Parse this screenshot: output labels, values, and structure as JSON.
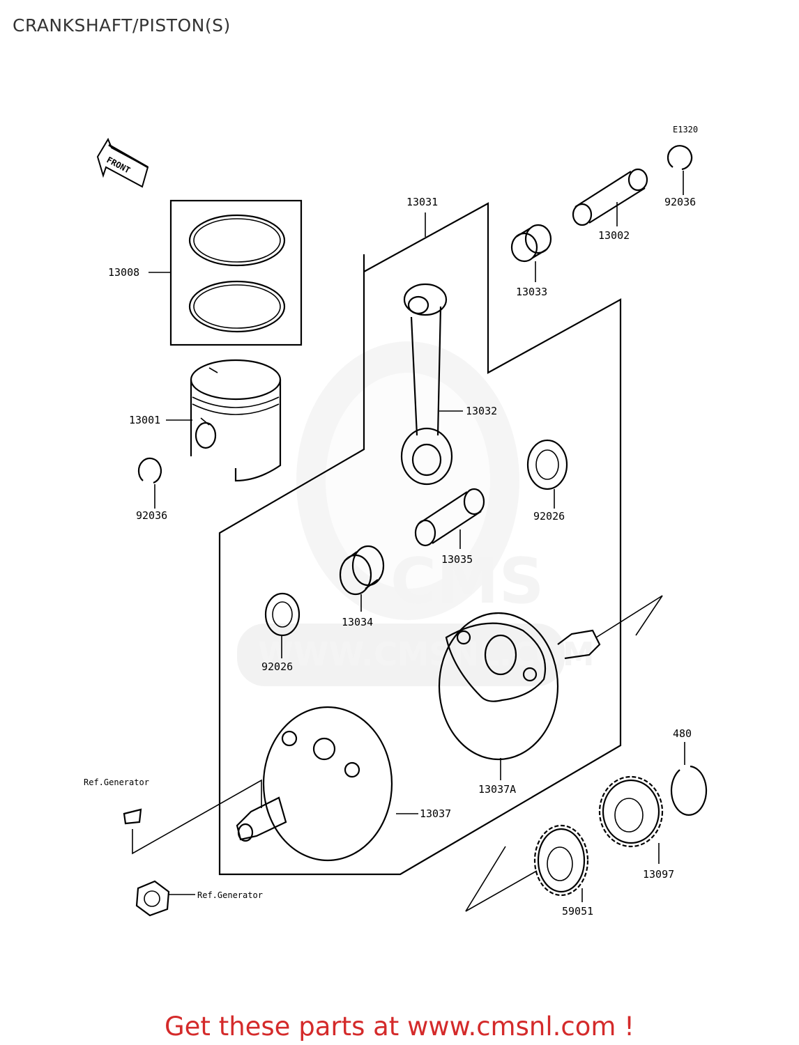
{
  "title": "CRANKSHAFT/PISTON(S)",
  "diagram_code": "E1320",
  "front_label": "FRONT",
  "watermark": {
    "brand": "CMS",
    "url": "WWW.CMSNL.COM"
  },
  "labels": {
    "l13008": "13008",
    "l13001": "13001",
    "l92036a": "92036",
    "l92036b": "92036",
    "l13031": "13031",
    "l13002": "13002",
    "l13033": "13033",
    "l13032": "13032",
    "l92026a": "92026",
    "l92026b": "92026",
    "l13035": "13035",
    "l13034": "13034",
    "l480": "480",
    "l13037A": "13037A",
    "l13037": "13037",
    "l13097": "13097",
    "l59051": "59051",
    "refgen1": "Ref.Generator",
    "refgen2": "Ref.Generator"
  },
  "footer": "Get these parts at www.cmsnl.com !"
}
